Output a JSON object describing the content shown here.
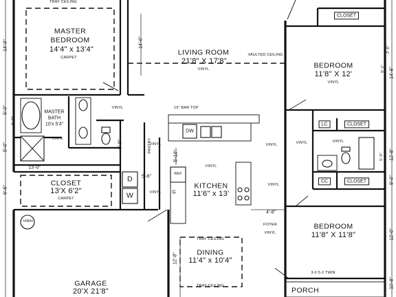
{
  "rooms": {
    "master_bedroom": {
      "name": "MASTER",
      "name2": "BEDROOM",
      "size": "14'4\" x 13'4\"",
      "floor": "CARPET",
      "ceiling": "TRAY CEILING"
    },
    "living_room": {
      "name": "LIVING ROOM",
      "size": "21'8\" X 17'8\"",
      "floor": "VINYL",
      "ceiling": "VAULTED CEILING"
    },
    "bedroom_top": {
      "name": "BEDROOM",
      "size": "11'8\" X 12'",
      "floor": "VINYL"
    },
    "master_bath": {
      "name": "MASTER",
      "name2": "BATH",
      "size": "10'x 5'4\"",
      "floor": "VINYL"
    },
    "closet_master": {
      "name": "CLOSET",
      "size": "13'X 6'2\"",
      "floor": "CARPET"
    },
    "kitchen": {
      "name": "KITCHEN",
      "size": "11'6\" x 13'",
      "floor": "VINYL"
    },
    "dining": {
      "name": "DINING",
      "size": "11'4\" x 10'4\"",
      "ceiling_top": "TRAY CEILING",
      "ceiling_bottom": "TRAY CEILING"
    },
    "garage": {
      "name": "GARAGE",
      "size": "20'X 21'8\""
    },
    "bedroom_bottom": {
      "name": "BEDROOM",
      "size": "11'8\" X 11'8\""
    },
    "porch": {
      "name": "PORCH"
    },
    "foyer": {
      "name": "FOYER",
      "floor": "VINYL"
    }
  },
  "labels": {
    "closet_top": "CLOSET",
    "closet_mid": "CLOSET",
    "closet_low": "CLOSET",
    "lc": "LC",
    "cc": "CC",
    "bar_top": "16\" BAR TOP",
    "dw": "DW",
    "ref": "REF",
    "dryer": "D",
    "washer": "W",
    "g": "G",
    "pantry": "PANTRY",
    "hwh": "HWH",
    "window": "3-0 5-2 TWIN",
    "vinyl": "VINYL"
  },
  "dimensions": {
    "d14_0_left": "14'-0\"",
    "d14_0_mid": "14'-0\"",
    "d5_0": "5'-0\"",
    "d4_9": "4'-9\"",
    "d5_0b": "5'-0\"",
    "d13_0": "13'-0\"",
    "d6_6": "6'-6\"",
    "d5_10": "5'-10\"",
    "d5_6": "5'-6\"",
    "d4_8": "4'-8\"",
    "d12_8": "12'-8\"",
    "d5_0c": "5'-0\"",
    "r2_8": "2'-8\"",
    "r9_1": "9'-1\"",
    "r14_9": "14'-9\"",
    "r12_8": "12'-8\"",
    "r12_0": "12'-0\"",
    "r5_0": "5'-0\"",
    "r9_0": "9'-0\"",
    "r10_8": "10'-8\""
  }
}
